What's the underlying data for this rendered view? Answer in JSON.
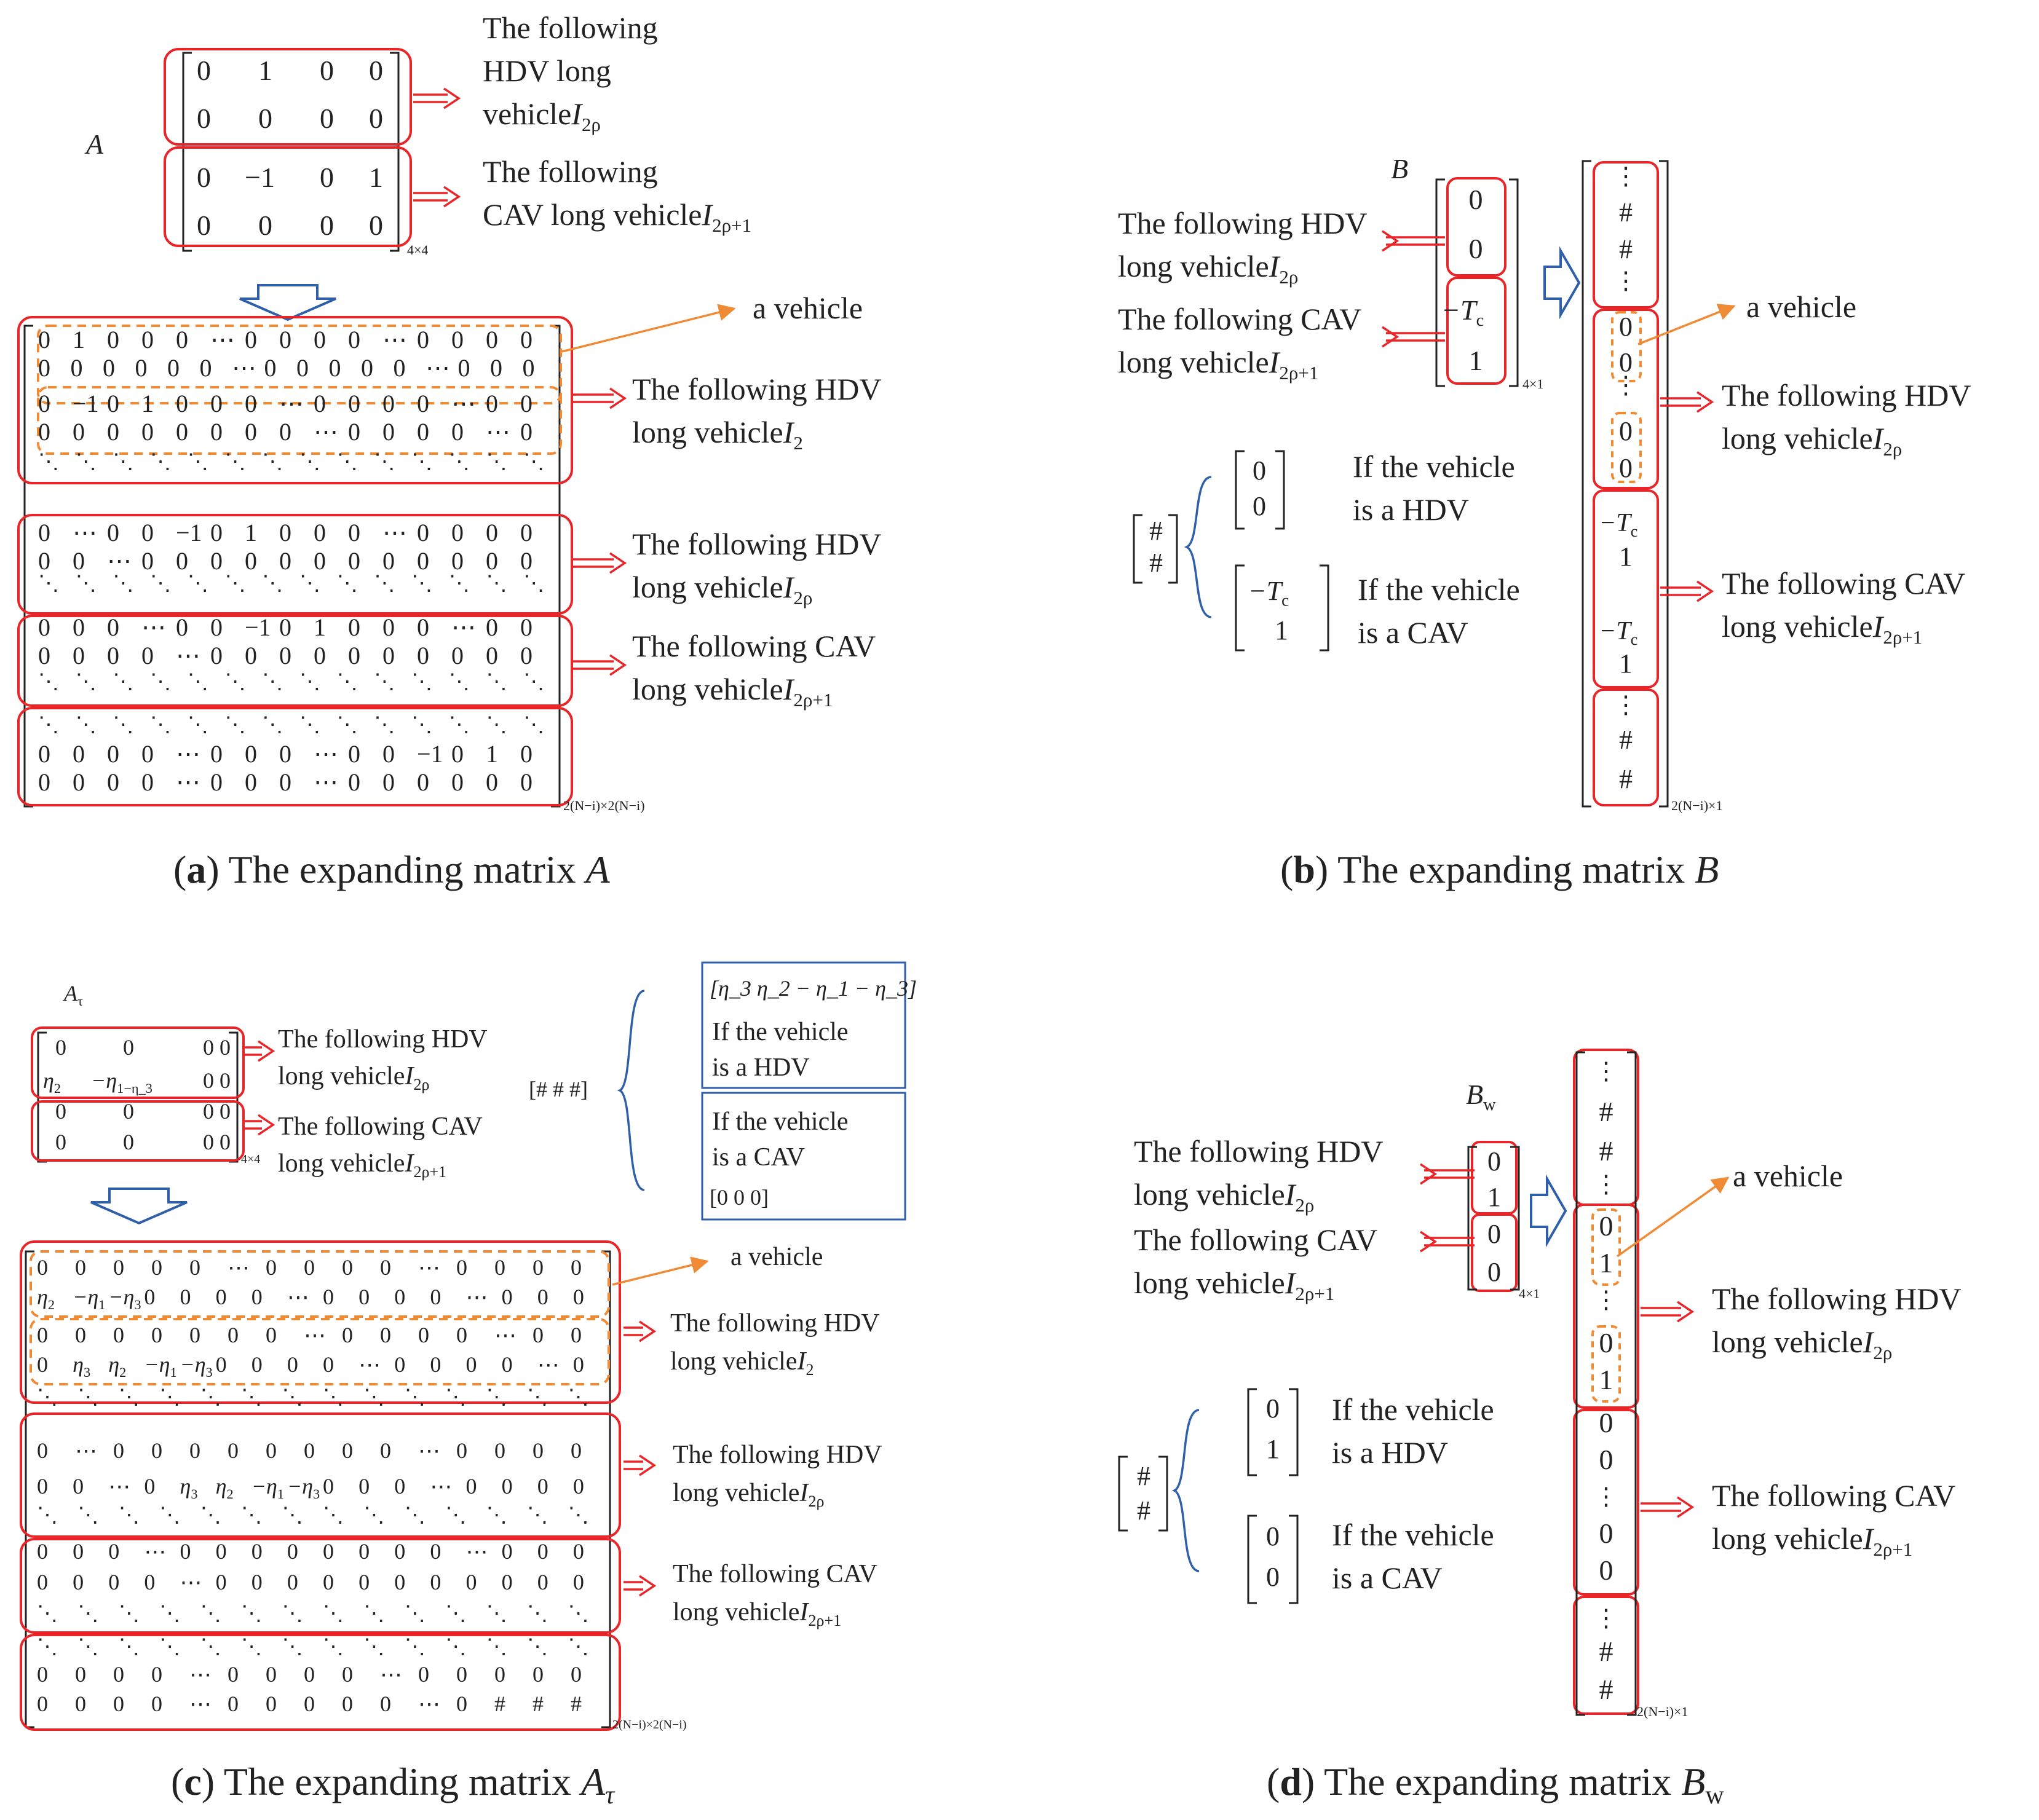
{
  "colors": {
    "red": "#e8262a",
    "orange": "#ef8a35",
    "blue": "#2e5fa8",
    "ink": "#222222"
  },
  "text": {
    "follow_hdv_2lines": [
      "The following",
      "HDV long",
      "vehicle"
    ],
    "follow_cav_2lines": [
      "The following",
      "CAV long vehicle"
    ],
    "follow_hdv": [
      "The following HDV",
      "long vehicle"
    ],
    "follow_cav": [
      "The following CAV",
      "long vehicle"
    ],
    "a_vehicle": "a vehicle",
    "if_hdv": [
      "If the vehicle",
      "is a HDV"
    ],
    "if_cav": [
      "If the vehicle",
      "is a CAV"
    ],
    "hash": "#",
    "dots": "⋮"
  },
  "symbols": {
    "I2p": "I_2ρ",
    "I2p1": "I_2ρ+1",
    "I2": "I_2",
    "size44": "4×4",
    "size41": "4×1",
    "size_big": "2(N−i)×2(N−i)",
    "size_col": "2(N−i)×1",
    "Tc": "−T_c"
  },
  "panels": [
    {
      "id": "a",
      "letter": "(a)",
      "caption": "The expanding matrix",
      "symbol": "A",
      "small_label": "A"
    },
    {
      "id": "b",
      "letter": "(b)",
      "caption": "The expanding matrix",
      "symbol": "B",
      "small_label": "B"
    },
    {
      "id": "c",
      "letter": "(c)",
      "caption": "The expanding matrix",
      "symbol": "A_τ",
      "small_label": "A_τ"
    },
    {
      "id": "d",
      "letter": "(d)",
      "caption": "The expanding matrix",
      "symbol": "B_w",
      "small_label": "B_w"
    }
  ],
  "matrices": {
    "a_small": [
      [
        "0",
        "1",
        "0",
        "0"
      ],
      [
        "0",
        "0",
        "0",
        "0"
      ],
      [
        "0",
        "−1",
        "0",
        "1"
      ],
      [
        "0",
        "0",
        "0",
        "0"
      ]
    ],
    "a_big": [
      "0 1 0 0 0 ⋯ 0 0 0 0 ⋯ 0 0 0 0",
      "0 0 0 0 0 0 ⋯ 0 0 0 0 0 ⋯ 0 0 0",
      "0 −1 0 1 0 0 0 ⋯ 0 0 0 0 ⋯ 0 0",
      "0 0 0 0 0 0 0 0 ⋯ 0 0 0 0 ⋯ 0",
      "0 ⋯ 0 0 −1 0 1 0 0 0 ⋯ 0 0 0 0",
      "0 0 ⋯ 0 0 0 0 0 0 0 0 0 0 0 0",
      "0 0 0 ⋯ 0 0 −1 0 1 0 0 0 ⋯ 0 0",
      "0 0 0 0 ⋯ 0 0 0 0 0 0 0 0 0 0",
      "0 0 0 0 ⋯ 0 0 0 ⋯ 0 0 −1 0 1 0",
      "0 0 0 0 ⋯ 0 0 0 ⋯ 0 0 0 0 0 0"
    ],
    "b_small": [
      "0",
      "0",
      "−T_c",
      "1"
    ],
    "b_col": [
      "#",
      "#",
      "0",
      "0",
      "0",
      "0",
      "−T_c",
      "1",
      "−T_c",
      "1",
      "#",
      "#"
    ],
    "b_hdv": [
      "0",
      "0"
    ],
    "b_cav": [
      "−T_c",
      "1"
    ],
    "c_small": [
      [
        "0",
        "0",
        "0 0"
      ],
      [
        "η_2",
        "−η_1−η_3",
        "0 0"
      ],
      [
        "0",
        "0",
        "0 0"
      ],
      [
        "0",
        "0",
        "0 0"
      ]
    ],
    "c_hdv_row": "[η_3  η_2 − η_1 − η_3]",
    "c_cav_row": "[0  0  0]",
    "c_hash_row": "[#  #  #]",
    "c_big": [
      "0     0     0     0     0 ⋯    0       0 0 0 ⋯ 0 0 0 0",
      "η_2 −η_1 −η_3 0     0     0 0      ⋯       0 0 0 0 ⋯ 0 0 0",
      "0     0     0     0     0 0    0       ⋯ 0 0 0 0 ⋯ 0 0",
      "0    η_3   η_2 −η_1 −η_3  0 0    0       0 ⋯ 0 0 0 0 ⋯ 0",
      "0     ⋯    0     0     0 0    0       0 0 0 ⋯ 0 0 0 0",
      "0     0     ⋯    0   η_3 η_2 −η_1 −η_3  0 0 0 ⋯ 0 0 0 0",
      "0     0     0     ⋯     0 0    0       0 0 0 0 0 ⋯ 0 0 0",
      "0     0     0     0     ⋯ 0    0       0 0 0 0 0 0 0 0 0",
      "0     0     0     0     ⋯ 0    0       0 0 ⋯ 0 0 0 0 0",
      "0     0     0     0     ⋯ 0    0       0 0 0 ⋯ 0 # # #"
    ],
    "d_small": [
      "0",
      "1",
      "0",
      "0"
    ],
    "d_col": [
      "#",
      "#",
      "0",
      "1",
      "0",
      "1",
      "0",
      "0",
      "0",
      "0",
      "#",
      "#"
    ],
    "d_hdv": [
      "0",
      "1"
    ],
    "d_cav": [
      "0",
      "0"
    ]
  }
}
